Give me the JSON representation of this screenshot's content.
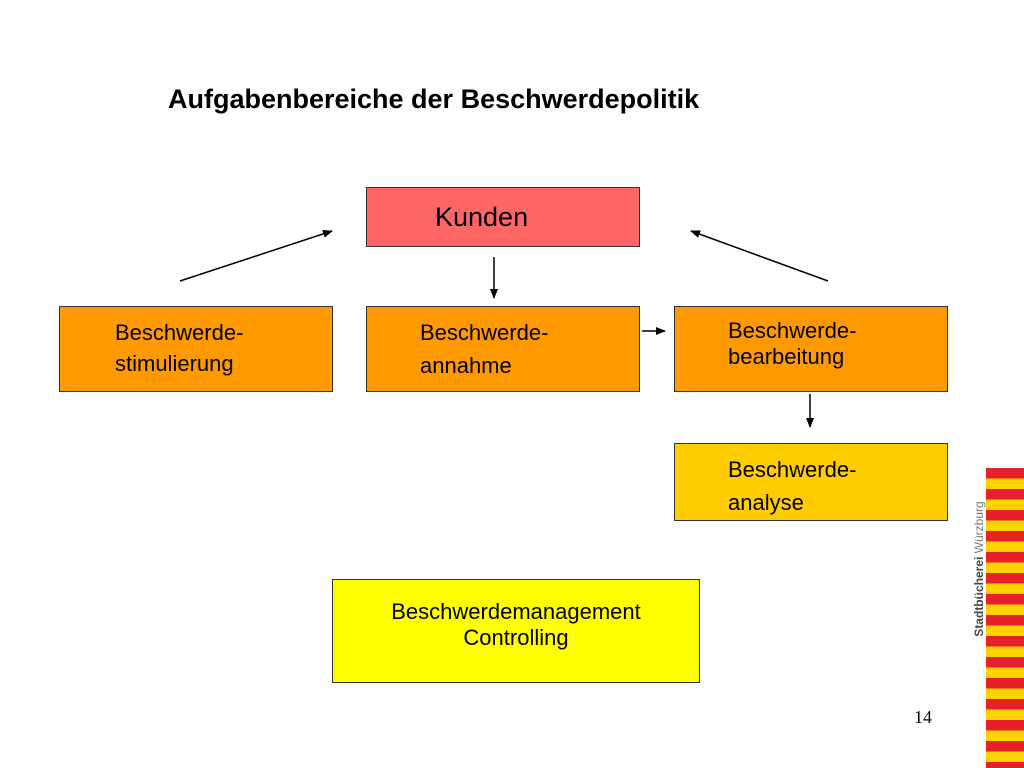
{
  "title": "Aufgabenbereiche der Beschwerdepolitik",
  "nodes": {
    "kunden": {
      "lines": [
        "Kunden"
      ]
    },
    "stimulierung": {
      "lines": [
        "Beschwerde-",
        "stimulierung"
      ]
    },
    "annahme": {
      "lines": [
        "Beschwerde-",
        "annahme"
      ]
    },
    "bearbeitung": {
      "lines": [
        "Beschwerde-",
        "bearbeitung"
      ]
    },
    "analyse": {
      "lines": [
        "Beschwerde-",
        "analyse"
      ]
    },
    "controlling": {
      "lines": [
        "Beschwerdemanagement",
        "Controlling"
      ]
    }
  },
  "edges": [
    {
      "from": "stimulierung",
      "to": "kunden"
    },
    {
      "from": "kunden",
      "to": "annahme"
    },
    {
      "from": "annahme",
      "to": "bearbeitung"
    },
    {
      "from": "bearbeitung",
      "to": "analyse"
    },
    {
      "from": "bearbeitung",
      "to": "kunden"
    }
  ],
  "colors": {
    "kunden": "#ff6666",
    "process": "#ff9900",
    "analyse": "#ffcc00",
    "controlling": "#ffff00",
    "logo_red": "#e8202a",
    "logo_yellow": "#ffd200"
  },
  "page_number": "14",
  "logo": {
    "bold": "Stadtbücherei",
    "light": "Würzburg"
  }
}
